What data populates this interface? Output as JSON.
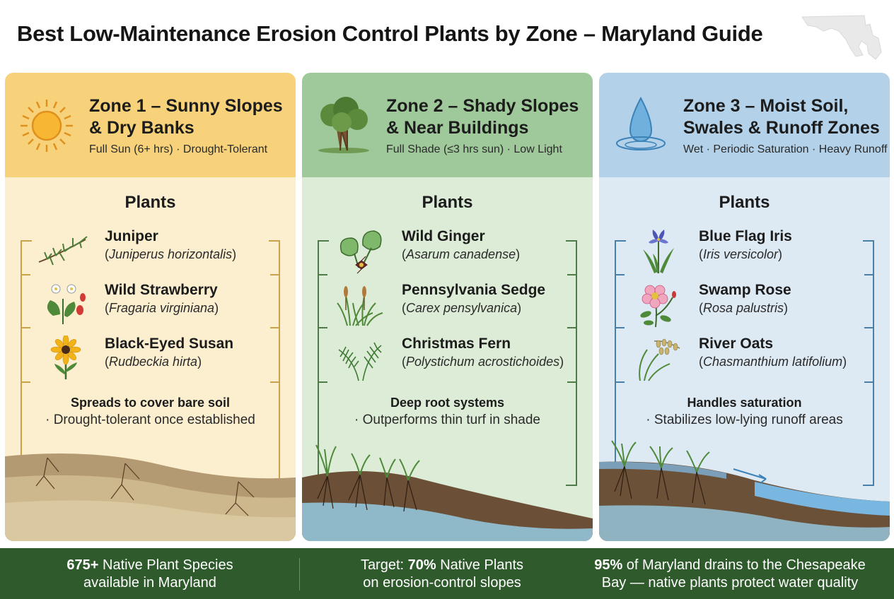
{
  "title": "Best Low-Maintenance Erosion Control Plants by Zone – Maryland Guide",
  "colors": {
    "zone1_head": "#f7d27a",
    "zone1_body": "#fbefcf",
    "zone2_head": "#9fc99a",
    "zone2_body": "#dcecd6",
    "zone3_head": "#b3d1e8",
    "zone3_body": "#dde9f3",
    "footer": "#2f5a2c"
  },
  "zones": [
    {
      "icon": "sun-icon",
      "title_line1": "Zone 1 – Sunny Slopes",
      "title_line2": "& Dry Banks",
      "subtitle": "Full Sun (6+ hrs) · Drought-Tolerant",
      "plants_heading": "Plants",
      "plants": [
        {
          "icon": "juniper-icon",
          "name": "Juniper",
          "sci_open": "(",
          "sci": "Juniperus horizontalis",
          "sci_close": ")"
        },
        {
          "icon": "strawberry-icon",
          "name": "Wild Strawberry",
          "sci_open": "(",
          "sci": "Fragaria virginiana",
          "sci_close": ")"
        },
        {
          "icon": "black-eyed-susan-icon",
          "name": "Black-Eyed Susan",
          "sci_open": "(",
          "sci": "Rudbeckia hirta",
          "sci_close": ")"
        }
      ],
      "benefit_1": "Spreads to cover bare soil",
      "benefit_2": "· Drought-tolerant once established"
    },
    {
      "icon": "tree-icon",
      "title_line1": "Zone 2 – Shady Slopes",
      "title_line2": "& Near Buildings",
      "subtitle": "Full Shade (≤3 hrs sun) · Low Light",
      "plants_heading": "Plants",
      "plants": [
        {
          "icon": "wild-ginger-icon",
          "name": "Wild Ginger",
          "sci_open": "(",
          "sci": "Asarum canadense",
          "sci_close": ")"
        },
        {
          "icon": "sedge-icon",
          "name": "Pennsylvania Sedge",
          "sci_open": "(",
          "sci": "Carex pensylvanica",
          "sci_close": ")"
        },
        {
          "icon": "fern-icon",
          "name": "Christmas Fern",
          "sci_open": "(",
          "sci": "Polystichum acrostichoides",
          "sci_close": ")"
        }
      ],
      "benefit_1": "Deep root systems",
      "benefit_2": "· Outperforms thin turf in shade"
    },
    {
      "icon": "water-drop-icon",
      "title_line1": "Zone 3 – Moist Soil,",
      "title_line2": "Swales & Runoff Zones",
      "subtitle": "Wet · Periodic Saturation · Heavy Runoff",
      "plants_heading": "Plants",
      "plants": [
        {
          "icon": "iris-icon",
          "name": "Blue Flag Iris",
          "sci_open": "(",
          "sci": "Iris versicolor",
          "sci_close": ")"
        },
        {
          "icon": "rose-icon",
          "name": "Swamp Rose",
          "sci_open": "(",
          "sci": "Rosa palustris",
          "sci_close": ")"
        },
        {
          "icon": "river-oats-icon",
          "name": "River Oats",
          "sci_open": "(",
          "sci": "Chasmanthium latifolium",
          "sci_close": ")"
        }
      ],
      "benefit_1": "Handles saturation",
      "benefit_2": "· Stabilizes low-lying runoff areas"
    }
  ],
  "footer": {
    "stat1_bold": "675+",
    "stat1_a": " Native Plant Species",
    "stat1_b": "available in Maryland",
    "stat2_a": "Target: ",
    "stat2_bold": "70%",
    "stat2_b": " Native Plants",
    "stat2_c": "on erosion-control slopes",
    "stat3_bold": "95%",
    "stat3_a": " of Maryland drains to the Chesapeake",
    "stat3_b": "Bay — native plants protect water quality"
  }
}
